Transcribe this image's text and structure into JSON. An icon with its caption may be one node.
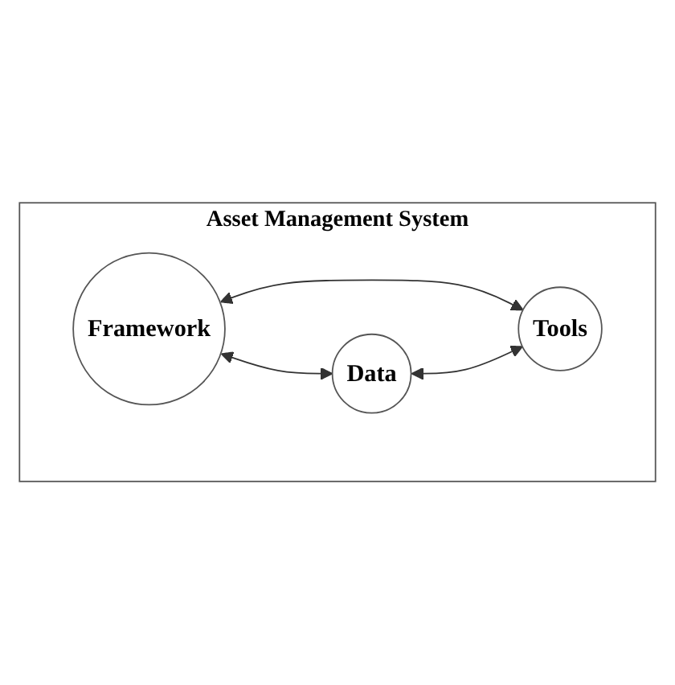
{
  "diagram": {
    "nodes": [
      {
        "text": [
          "Asset Management System"
        ]
      },
      {
        "text": [
          "Framework"
        ],
        "in": 0
      },
      {
        "text": [
          "Data"
        ],
        "in": 0
      },
      {
        "text": [
          "Tools"
        ],
        "in": 0
      }
    ],
    "edges": [
      {
        "from": 1,
        "to": 2,
        "arrow": "both"
      },
      {
        "from": 1,
        "to": 3,
        "arrow": "both"
      },
      {
        "from": 2,
        "to": 3,
        "arrow": "both"
      }
    ]
  }
}
